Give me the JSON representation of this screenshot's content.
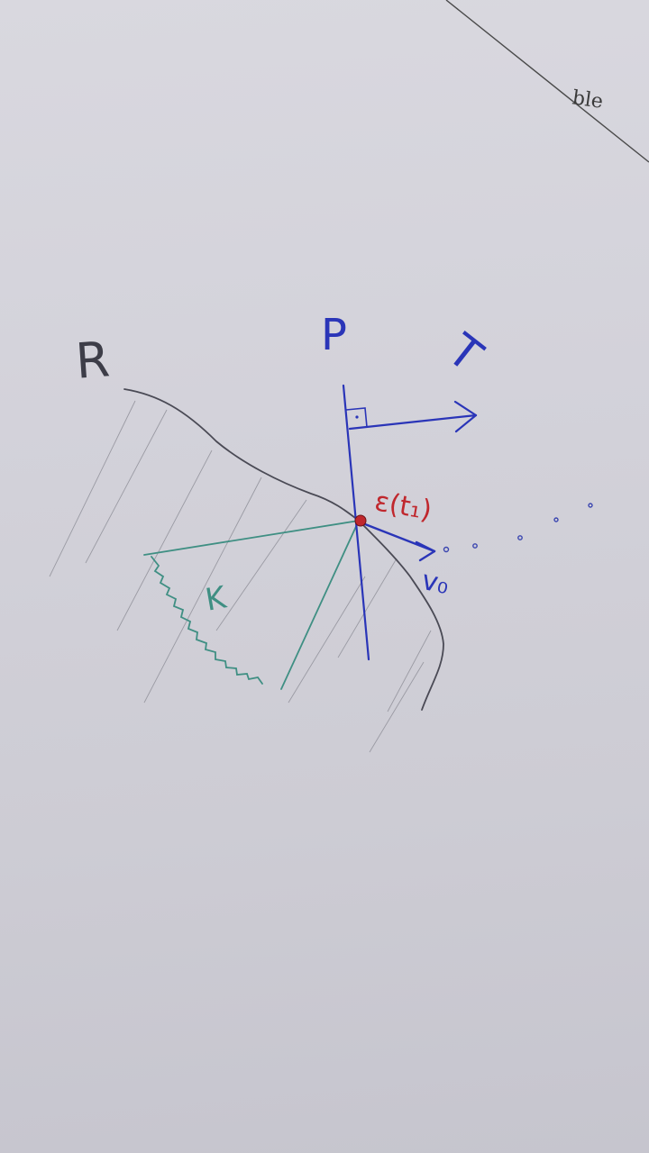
{
  "sheet_edge_text": "ble",
  "labels": {
    "region": "R",
    "plane": "P",
    "tangent": "T",
    "point": "ε(t₁)",
    "velocity": "v₀",
    "cone": "K"
  },
  "colors": {
    "boundary": "#4a4a55",
    "hatch": "#9a9aa3",
    "plane": "#2a35b8",
    "cone": "#3f8f83",
    "point": "#c0272d",
    "dots": "#3a45b0"
  }
}
